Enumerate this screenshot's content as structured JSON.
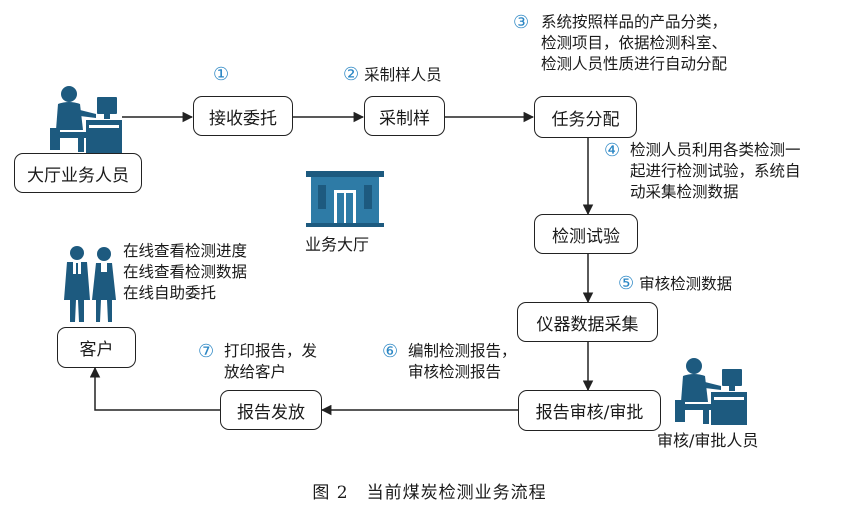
{
  "colors": {
    "icon": "#1d5a7f",
    "circled_number": "#2a86c4",
    "line": "#222222"
  },
  "nodes": {
    "front_desk_staff": "大厅业务人员",
    "receive_commission": "接收委托",
    "sampling": "采制样",
    "task_assignment": "任务分配",
    "testing": "检测试验",
    "instrument_data_collection": "仪器数据采集",
    "report_review": "报告审核/审批",
    "report_issue": "报告发放",
    "customer": "客户"
  },
  "labels": {
    "step1_num": "①",
    "step2_num": "②",
    "step2_text": "采制样人员",
    "step3_num": "③",
    "step3_lines": [
      "系统按照样品的产品分类，",
      "检测项目，依据检测科室、",
      "检测人员性质进行自动分配"
    ],
    "step4_num": "④",
    "step4_lines": [
      "检测人员利用各类检测一",
      "起进行检测试验，系统自",
      "动采集检测数据"
    ],
    "step5_num": "⑤",
    "step5_text": "审核检测数据",
    "step6_num": "⑥",
    "step6_lines": [
      "编制检测报告，",
      "审核检测报告"
    ],
    "step7_num": "⑦",
    "step7_lines": [
      "打印报告，发",
      "放给客户"
    ],
    "customer_actions": [
      "在线查看检测进度",
      "在线查看检测数据",
      "在线自助委托"
    ],
    "hall": "业务大厅",
    "reviewer": "审核/审批人员"
  },
  "icons": {
    "front_desk": "person-at-computer-icon",
    "reviewer": "person-at-computer-icon",
    "hall": "building-icon",
    "customers": "business-people-icon"
  },
  "caption": "图 2　当前煤炭检测业务流程"
}
